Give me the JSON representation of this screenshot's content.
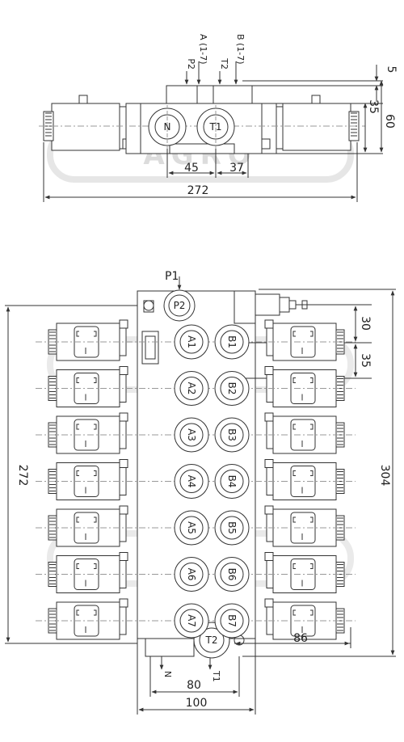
{
  "top_view": {
    "labels": {
      "a": "A (1-7)",
      "b": "B (1-7)",
      "p2": "P2",
      "t2": "T2",
      "n": "N",
      "t1": "T1"
    },
    "dims": {
      "d5": "5",
      "d35": "35",
      "d60": "60",
      "d45": "45",
      "d37": "37",
      "d272": "272"
    }
  },
  "front_view": {
    "labels": {
      "p1": "P1",
      "p2": "P2",
      "t2": "T2",
      "n": "N",
      "t1": "T1"
    },
    "a_ports": [
      "A1",
      "A2",
      "A3",
      "A4",
      "A5",
      "A6",
      "A7"
    ],
    "b_ports": [
      "B1",
      "B2",
      "B3",
      "B4",
      "B5",
      "B6",
      "B7"
    ],
    "dims": {
      "d30": "30",
      "d35": "35",
      "d304": "304",
      "d272": "272",
      "d86": "86",
      "d80": "80",
      "d100": "100"
    }
  }
}
